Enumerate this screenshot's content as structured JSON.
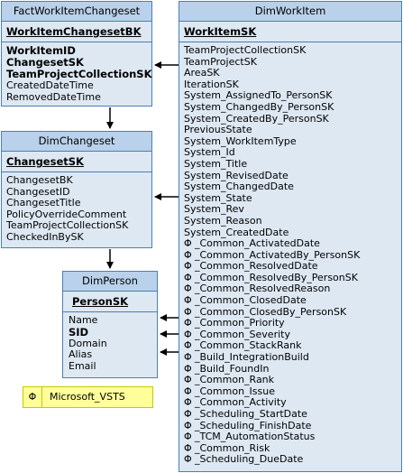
{
  "tables": {
    "fact": {
      "title": "FactWorkItemChangeset",
      "pk": "WorkItemChangesetBK",
      "fields": [
        {
          "name": "WorkItemID",
          "bold": true
        },
        {
          "name": "ChangesetSK",
          "bold": true
        },
        {
          "name": "TeamProjectCollectionSK",
          "bold": true
        },
        {
          "name": "CreatedDateTime"
        },
        {
          "name": "RemovedDateTime"
        }
      ]
    },
    "changeset": {
      "title": "DimChangeset",
      "pk": "ChangesetSK",
      "fields": [
        {
          "name": "ChangesetBK"
        },
        {
          "name": "ChangesetID"
        },
        {
          "name": "ChangesetTitle"
        },
        {
          "name": "PolicyOverrideComment"
        },
        {
          "name": "TeamProjectCollectionSK"
        },
        {
          "name": "CheckedInBySK"
        }
      ]
    },
    "person": {
      "title": "DimPerson",
      "pk": "PersonSK",
      "fields": [
        {
          "name": "Name"
        },
        {
          "name": "SID",
          "bold": true
        },
        {
          "name": "Domain"
        },
        {
          "name": "Alias"
        },
        {
          "name": "Email"
        }
      ]
    },
    "workitem": {
      "title": "DimWorkItem",
      "pk": "WorkItemSK",
      "fields": [
        {
          "name": "TeamProjectCollectionSK"
        },
        {
          "name": "TeamProjectSK"
        },
        {
          "name": "AreaSK"
        },
        {
          "name": "IterationSK"
        },
        {
          "name": "System_AssignedTo_PersonSK"
        },
        {
          "name": "System_ChangedBy_PersonSK"
        },
        {
          "name": "System_CreatedBy_PersonSK"
        },
        {
          "name": "PreviousState"
        },
        {
          "name": "System_WorkItemType"
        },
        {
          "name": "System_Id"
        },
        {
          "name": "System_Title"
        },
        {
          "name": "System_RevisedDate"
        },
        {
          "name": "System_ChangedDate"
        },
        {
          "name": "System_State"
        },
        {
          "name": "System_Rev"
        },
        {
          "name": "System_Reason"
        },
        {
          "name": "System_CreatedDate"
        },
        {
          "name": "_Common_ActivatedDate",
          "phi": true
        },
        {
          "name": "_Common_ActivatedBy_PersonSK",
          "phi": true
        },
        {
          "name": "_Common_ResolvedDate",
          "phi": true
        },
        {
          "name": "_Common_ResolvedBy_PersonSK",
          "phi": true
        },
        {
          "name": "_Common_ResolvedReason",
          "phi": true
        },
        {
          "name": "_Common_ClosedDate",
          "phi": true
        },
        {
          "name": "_Common_ClosedBy_PersonSK",
          "phi": true
        },
        {
          "name": "_Common_Priority",
          "phi": true
        },
        {
          "name": "_Common_Severity",
          "phi": true
        },
        {
          "name": "_Common_StackRank",
          "phi": true
        },
        {
          "name": "_Build_IntegrationBuild",
          "phi": true
        },
        {
          "name": "_Build_FoundIn",
          "phi": true
        },
        {
          "name": "_Common_Rank",
          "phi": true
        },
        {
          "name": "_Common_Issue",
          "phi": true
        },
        {
          "name": "_Common_Activity",
          "phi": true
        },
        {
          "name": "_Scheduling_StartDate",
          "phi": true
        },
        {
          "name": "_Scheduling_FinishDate",
          "phi": true
        },
        {
          "name": "_TCM_AutomationStatus",
          "phi": true
        },
        {
          "name": "_Common_Risk",
          "phi": true
        },
        {
          "name": "_Scheduling_DueDate",
          "phi": true
        }
      ]
    }
  },
  "legend": {
    "symbol": "Φ",
    "label": "Microsoft_VSTS"
  },
  "phi_symbol": "Φ",
  "colors": {
    "header": "#b9d1ea",
    "body": "#dde8f3",
    "border": "#4a7fb5",
    "legend_bg": "#ffff99"
  }
}
